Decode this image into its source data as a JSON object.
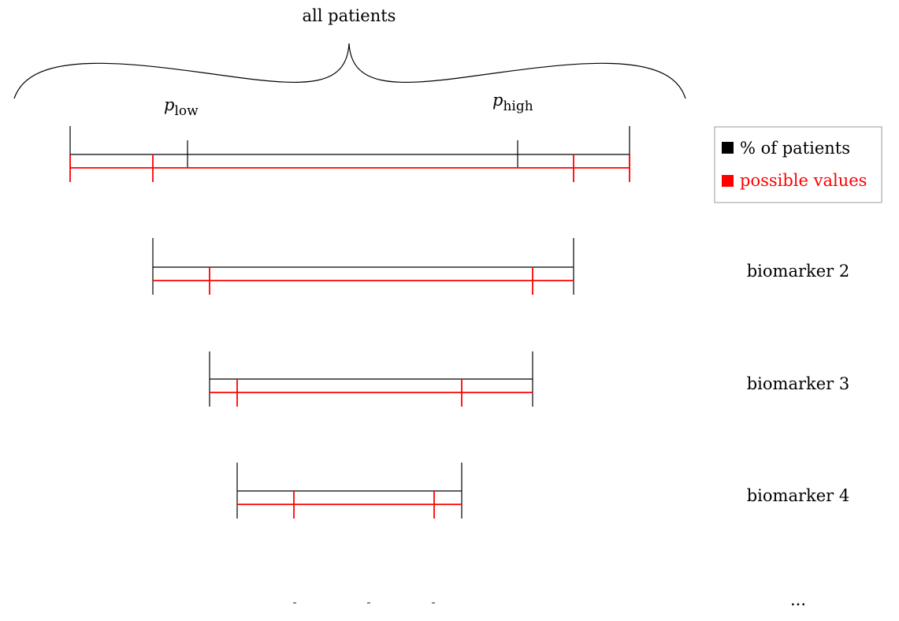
{
  "title": "all patients",
  "p_low": {
    "symbol": "p",
    "subscript": "low"
  },
  "p_high": {
    "symbol": "p",
    "subscript": "high"
  },
  "legend": {
    "items": [
      {
        "label": "% of patients",
        "color": "#000000"
      },
      {
        "label": "possible values",
        "color": "#ff0000"
      }
    ]
  },
  "biomarkers": [
    {
      "label": ""
    },
    {
      "label": "biomarker 2"
    },
    {
      "label": "biomarker 3"
    },
    {
      "label": "biomarker 4"
    }
  ],
  "continuation": "...",
  "colors": {
    "patients": "#000000",
    "values": "#ff0000",
    "legend_border": "#999999"
  }
}
